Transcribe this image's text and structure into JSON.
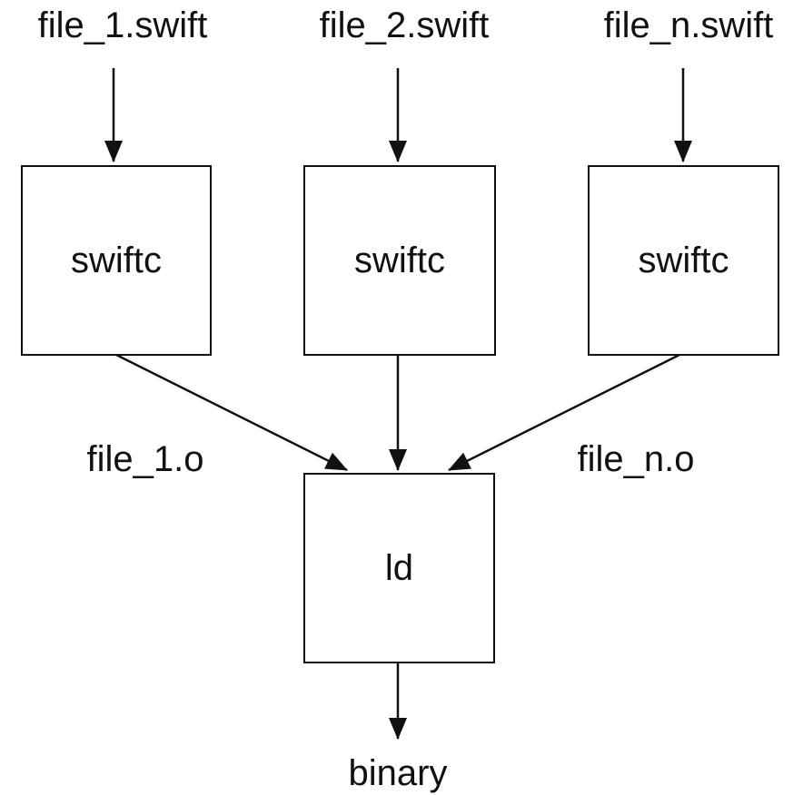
{
  "inputs": [
    {
      "label": "file_1.swift"
    },
    {
      "label": "file_2.swift"
    },
    {
      "label": "file_n.swift"
    }
  ],
  "compilers": [
    {
      "label": "swiftc"
    },
    {
      "label": "swiftc"
    },
    {
      "label": "swiftc"
    }
  ],
  "objects": [
    {
      "label": "file_1.o"
    },
    {
      "label": "file_n.o"
    }
  ],
  "linker": {
    "label": "ld"
  },
  "output": {
    "label": "binary"
  },
  "colors": {
    "stroke": "#111111",
    "background": "#ffffff"
  }
}
